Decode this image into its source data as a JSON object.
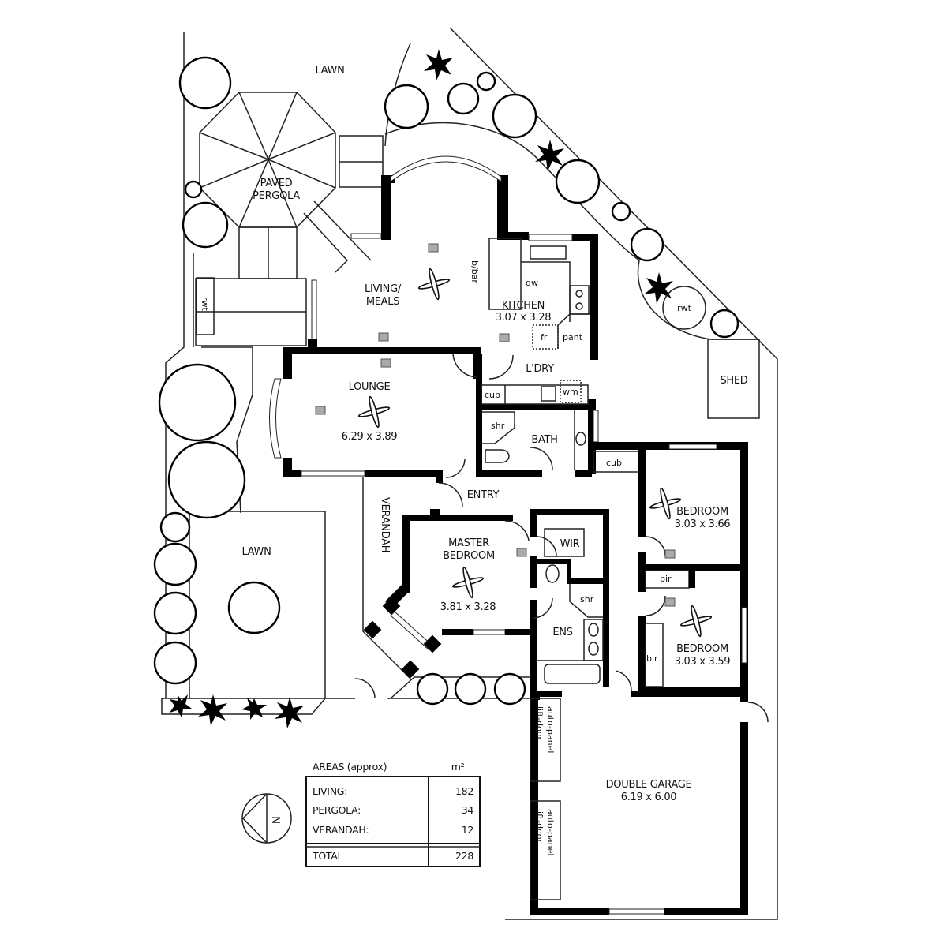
{
  "plan": {
    "rooms": [
      {
        "id": "living",
        "name": "LIVING/",
        "name2": "MEALS",
        "dims": ""
      },
      {
        "id": "kitchen",
        "name": "KITCHEN",
        "dims": "3.07 x 3.28"
      },
      {
        "id": "lounge",
        "name": "LOUNGE",
        "dims": "6.29 x 3.89"
      },
      {
        "id": "laundry",
        "name": "L'DRY"
      },
      {
        "id": "bath",
        "name": "BATH"
      },
      {
        "id": "entry",
        "name": "ENTRY"
      },
      {
        "id": "master",
        "name": "MASTER",
        "name2": "BEDROOM",
        "dims": "3.81 x 3.28"
      },
      {
        "id": "wir",
        "name": "WIR"
      },
      {
        "id": "ens",
        "name": "ENS"
      },
      {
        "id": "bed2",
        "name": "BEDROOM",
        "dims": "3.03 x 3.66"
      },
      {
        "id": "bed3",
        "name": "BEDROOM",
        "dims": "3.03 x 3.59"
      },
      {
        "id": "garage",
        "name": "DOUBLE GARAGE",
        "dims": "6.19 x 6.00"
      }
    ],
    "outdoor": {
      "lawn_top": "LAWN",
      "lawn_left": "LAWN",
      "pergola": "PAVED",
      "pergola2": "PERGOLA",
      "verandah": "VERANDAH",
      "shed": "SHED",
      "rwt_right": "rwt",
      "rwt_left": "rwt"
    },
    "fixtures": {
      "bbar": "b/bar",
      "dw": "dw",
      "fr": "fr",
      "pant": "pant",
      "cub_laundry": "cub",
      "wm": "wm",
      "shr_bath": "shr",
      "cub_hall": "cub",
      "shr_ens": "shr",
      "bir1": "bir",
      "bir2": "bir",
      "garage_door1_a": "auto-panel",
      "garage_door1_b": "lift-door",
      "garage_door2_a": "auto-panel",
      "garage_door2_b": "lift-door"
    },
    "compass": {
      "label": "N"
    }
  },
  "areas": {
    "title": "AREAS (approx)",
    "unit": "m²",
    "rows": [
      {
        "label": "LIVING:",
        "value": "182"
      },
      {
        "label": "PERGOLA:",
        "value": "34"
      },
      {
        "label": "VERANDAH:",
        "value": "12"
      }
    ],
    "total": {
      "label": "TOTAL",
      "value": "228"
    }
  }
}
